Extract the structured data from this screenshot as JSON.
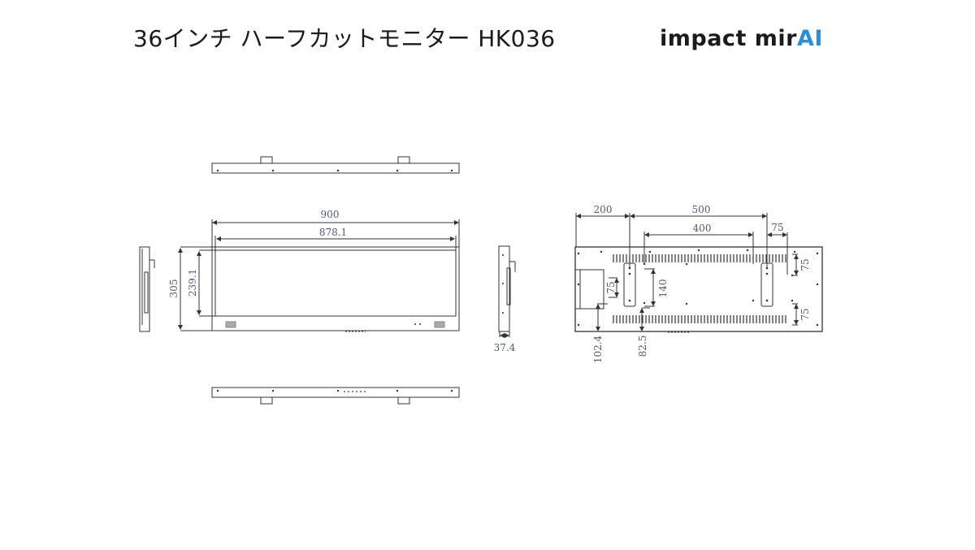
{
  "header": {
    "title": "36インチ ハーフカットモニター HK036",
    "logo_main": "impact mir",
    "logo_accent": "AI",
    "accent_color": "#2a8fd6"
  },
  "diagram": {
    "front_view": {
      "width_outer": "900",
      "width_inner": "878.1",
      "height_outer": "305",
      "height_inner": "239.1"
    },
    "side_view": {
      "depth": "37.4"
    },
    "rear_view": {
      "left_offset": "200",
      "bracket_spacing": "500",
      "vesa_horizontal": "400",
      "right_gap": "75",
      "vesa_vertical": "140",
      "hole_spacing_top_right": "75",
      "hole_spacing_bottom_right": "75",
      "hole_spacing_left": "75",
      "bottom_offset_left": "102.4",
      "bottom_offset_vesa": "82.5"
    }
  }
}
